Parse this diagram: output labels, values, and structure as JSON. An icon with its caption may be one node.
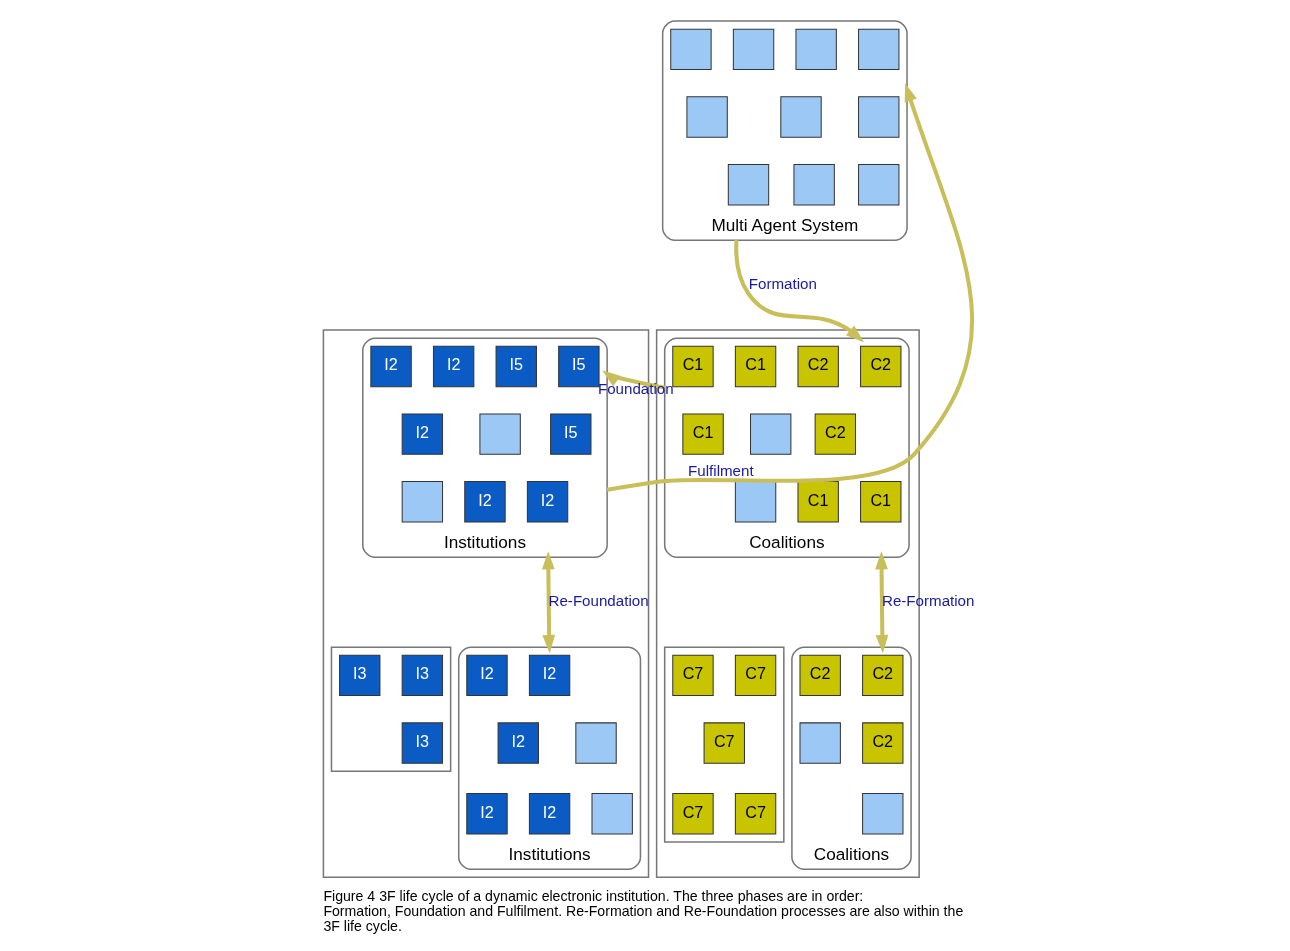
{
  "diagram": {
    "caption": "Figure 4 3F life cycle of a dynamic electronic institution. The three phases are in order: Formation, Foundation and Fulfilment. Re-Formation and Re-Foundation processes are also within the 3F life cycle.",
    "nodes": [
      {
        "text": [
          "Multi Agent System"
        ]
      },
      {
        "text": [],
        "shape": "box",
        "in": 0
      },
      {
        "text": [],
        "shape": "box",
        "in": 0
      },
      {
        "text": [],
        "shape": "box",
        "in": 0
      },
      {
        "text": [],
        "shape": "box",
        "in": 0
      },
      {
        "text": [],
        "shape": "box",
        "in": 0
      },
      {
        "text": [],
        "shape": "box",
        "in": 0
      },
      {
        "text": [],
        "shape": "box",
        "in": 0
      },
      {
        "text": [],
        "shape": "box",
        "in": 0
      },
      {
        "text": [],
        "shape": "box",
        "in": 0
      },
      {
        "text": [],
        "shape": "box",
        "in": 0
      },
      {
        "text": [],
        "shape": "box"
      },
      {
        "text": [
          "Coalitions"
        ],
        "in": 11
      },
      {
        "text": [
          "C2"
        ],
        "in": 12
      },
      {
        "text": [
          "C2"
        ],
        "in": 12
      },
      {
        "text": [
          "C1"
        ],
        "in": 12
      },
      {
        "text": [
          "C1"
        ],
        "in": 12
      },
      {
        "text": [
          "C2"
        ],
        "in": 12
      },
      {
        "text": [],
        "shape": "box",
        "in": 12
      },
      {
        "text": [
          "C1"
        ],
        "in": 12
      },
      {
        "text": [],
        "shape": "box",
        "in": 12
      },
      {
        "text": [
          "C1"
        ],
        "in": 12
      },
      {
        "text": [
          "C1"
        ],
        "in": 12
      },
      {
        "text": [
          "Coalitions"
        ],
        "in": 11
      },
      {
        "text": [],
        "shape": "box",
        "in": 11
      },
      {
        "text": [
          "C2"
        ],
        "in": 23
      },
      {
        "text": [
          "C2"
        ],
        "in": 23
      },
      {
        "text": [
          "C7"
        ],
        "in": 24
      },
      {
        "text": [
          "C7"
        ],
        "in": 24
      },
      {
        "text": [
          "C2"
        ],
        "in": 23
      },
      {
        "text": [],
        "shape": "box",
        "in": 23
      },
      {
        "text": [
          "C7"
        ],
        "in": 24
      },
      {
        "text": [],
        "shape": "box",
        "in": 23
      },
      {
        "text": [
          "C7"
        ],
        "in": 24
      },
      {
        "text": [
          "C7"
        ],
        "in": 24
      },
      {
        "text": [],
        "shape": "box"
      },
      {
        "text": [
          "Institutions"
        ],
        "in": 35
      },
      {
        "text": [
          "I5"
        ],
        "in": 36
      },
      {
        "text": [
          "I5"
        ],
        "in": 36
      },
      {
        "text": [
          "I2"
        ],
        "in": 36
      },
      {
        "text": [
          "I2"
        ],
        "in": 36
      },
      {
        "text": [
          "I5"
        ],
        "in": 36
      },
      {
        "text": [],
        "shape": "box",
        "in": 36
      },
      {
        "text": [
          "I2"
        ],
        "in": 36
      },
      {
        "text": [],
        "shape": "box",
        "in": 36
      },
      {
        "text": [
          "I2"
        ],
        "in": 36
      },
      {
        "text": [
          "I2"
        ],
        "in": 36
      },
      {
        "text": [
          "Institutions"
        ],
        "in": 35
      },
      {
        "text": [],
        "shape": "box",
        "in": 35
      },
      {
        "text": [
          "I3"
        ],
        "in": 48
      },
      {
        "text": [
          "I3"
        ],
        "in": 48
      },
      {
        "text": [
          "I2"
        ],
        "in": 47
      },
      {
        "text": [
          "I2"
        ],
        "in": 47
      },
      {
        "text": [
          "I3"
        ],
        "in": 48
      },
      {
        "text": [],
        "shape": "box",
        "in": 47
      },
      {
        "text": [
          "I2"
        ],
        "in": 47
      },
      {
        "text": [],
        "shape": "box",
        "in": 47
      },
      {
        "text": [
          "I2"
        ],
        "in": 47
      },
      {
        "text": [
          "I2"
        ],
        "in": 47
      }
    ],
    "edges": [
      {
        "from": 0,
        "to": 12,
        "arrow": "to",
        "label": "Formation"
      },
      {
        "from": 12,
        "to": 36,
        "arrow": "to",
        "label": "Foundation"
      },
      {
        "from": 36,
        "to": 0,
        "arrow": "to",
        "label": "Fulfilment"
      },
      {
        "from": 12,
        "to": 23,
        "arrow": "both",
        "label": "Re-Formation"
      },
      {
        "from": 36,
        "to": 47,
        "arrow": "both",
        "label": "Re-Foundation"
      }
    ]
  }
}
